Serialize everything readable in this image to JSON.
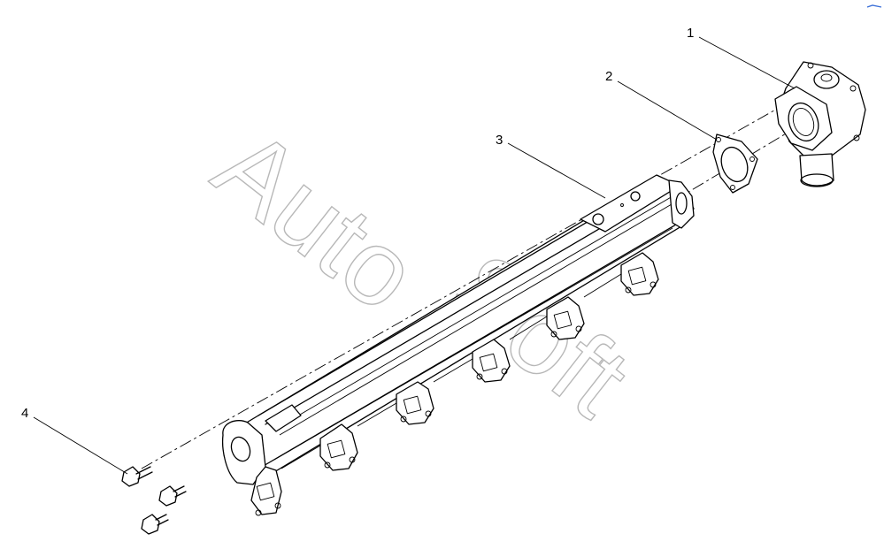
{
  "callouts": [
    {
      "id": "1",
      "label": "1",
      "part": "elbow-housing"
    },
    {
      "id": "2",
      "label": "2",
      "part": "gasket"
    },
    {
      "id": "3",
      "label": "3",
      "part": "exhaust-manifold"
    },
    {
      "id": "4",
      "label": "4",
      "part": "bolt"
    }
  ],
  "watermark": {
    "line1": "Auto",
    "line2": "Soft"
  },
  "colors": {
    "line": "#000000",
    "watermark": "#b8b8b8",
    "background": "#ffffff",
    "corner_mark": "#3a6fd8"
  },
  "icons": {
    "corner_mark": "corner-logo-icon"
  }
}
